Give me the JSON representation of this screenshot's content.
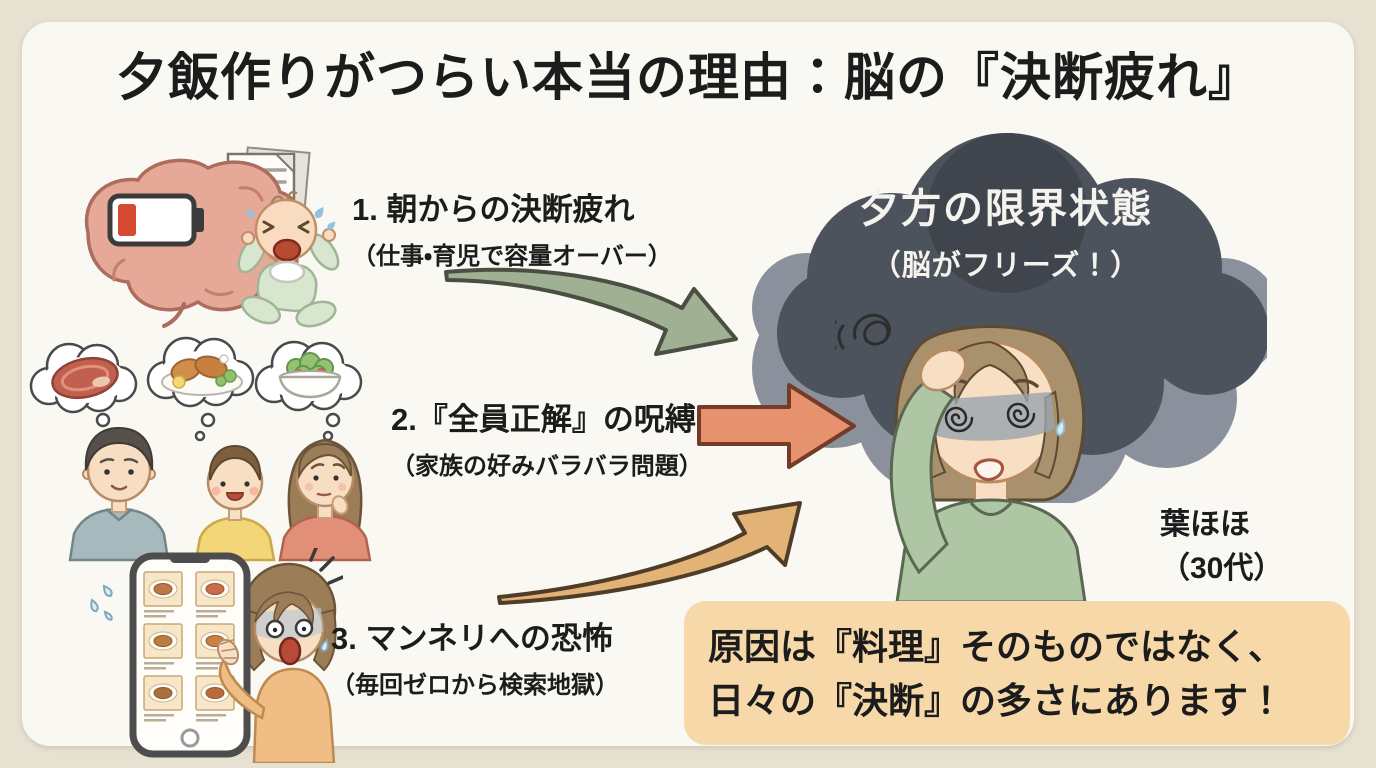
{
  "title": "夕飯作りがつらい本当の理由：脳の『決断疲れ』",
  "reasons": [
    {
      "heading": "1. 朝からの決断疲れ",
      "sub": "（仕事・育児で容量オーバー）"
    },
    {
      "heading": "2.『全員正解』の呪縛",
      "sub": "（家族の好みバラバラ問題）"
    },
    {
      "heading": "3. マンネリへの恐怖",
      "sub": "（毎回ゼロから検索地獄）"
    }
  ],
  "cloud": {
    "line1": "夕方の限界状態",
    "line2": "（脳がフリーズ！）"
  },
  "character": {
    "name": "葉ほほ",
    "age": "（30代）"
  },
  "conclusion": {
    "line1": "原因は『料理』そのものではなく、",
    "line2": "日々の『決断』の多さにあります！"
  },
  "illustrations": {
    "reason1": "brain-with-low-battery, stacked-papers, crying-baby",
    "reason2": "family-thought-bubbles: steak / fried-chicken / salad over father, child, mother",
    "reason3": "recipe-app-smartphone with overwhelmed woman",
    "result": "exhausted-mother under dark stress cloud with dizzy spiral eyes"
  },
  "colors": {
    "background": "#e7e1d1",
    "card": "#faf8f2",
    "ink": "#1c1c1c",
    "arrow_green": "#9fb093",
    "arrow_orange": "#e6926f",
    "arrow_tan": "#e2b277",
    "cloud_dark": "#4d535d",
    "cloud_light": "#8a919c",
    "conclusion_bg": "#f7d9a9",
    "cloud_text": "#f4f3ee"
  }
}
